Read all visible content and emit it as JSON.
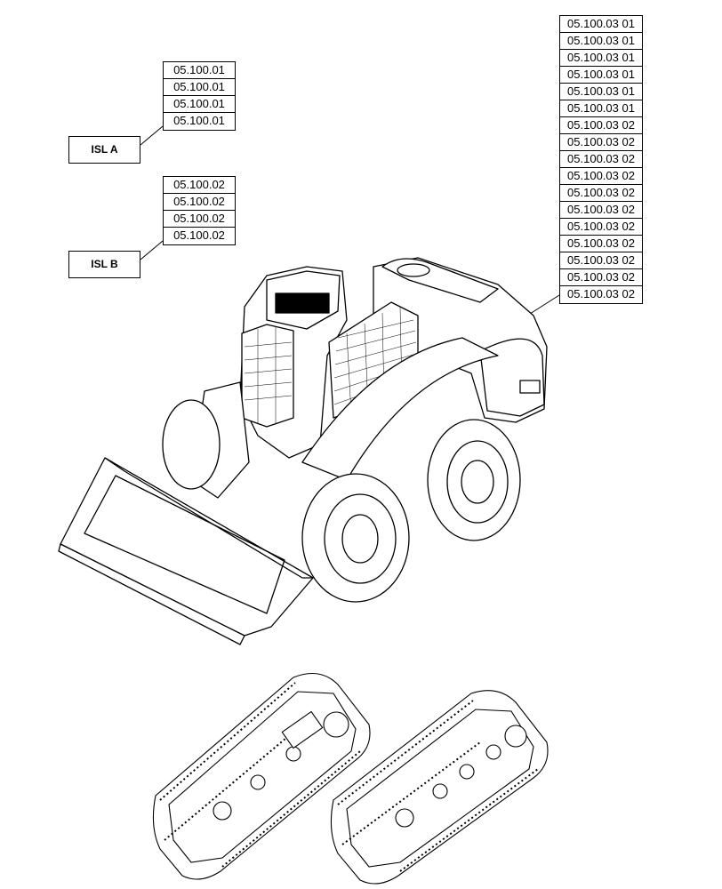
{
  "callouts": {
    "isl_a": {
      "label": "ISL A",
      "refs": [
        "05.100.01",
        "05.100.01",
        "05.100.01",
        "05.100.01"
      ]
    },
    "isl_b": {
      "label": "ISL B",
      "refs": [
        "05.100.02",
        "05.100.02",
        "05.100.02",
        "05.100.02"
      ]
    },
    "main": {
      "refs": [
        "05.100.03 01",
        "05.100.03 01",
        "05.100.03 01",
        "05.100.03 01",
        "05.100.03 01",
        "05.100.03 01",
        "05.100.03 02",
        "05.100.03 02",
        "05.100.03 02",
        "05.100.03 02",
        "05.100.03 02",
        "05.100.03 02",
        "05.100.03 02",
        "05.100.03 02",
        "05.100.03 02",
        "05.100.03 02",
        "05.100.03 02"
      ]
    }
  },
  "illustrations": {
    "machine": "skid-steer-loader-icon",
    "tracks": [
      "track-assembly-left-icon",
      "track-assembly-right-icon"
    ]
  }
}
